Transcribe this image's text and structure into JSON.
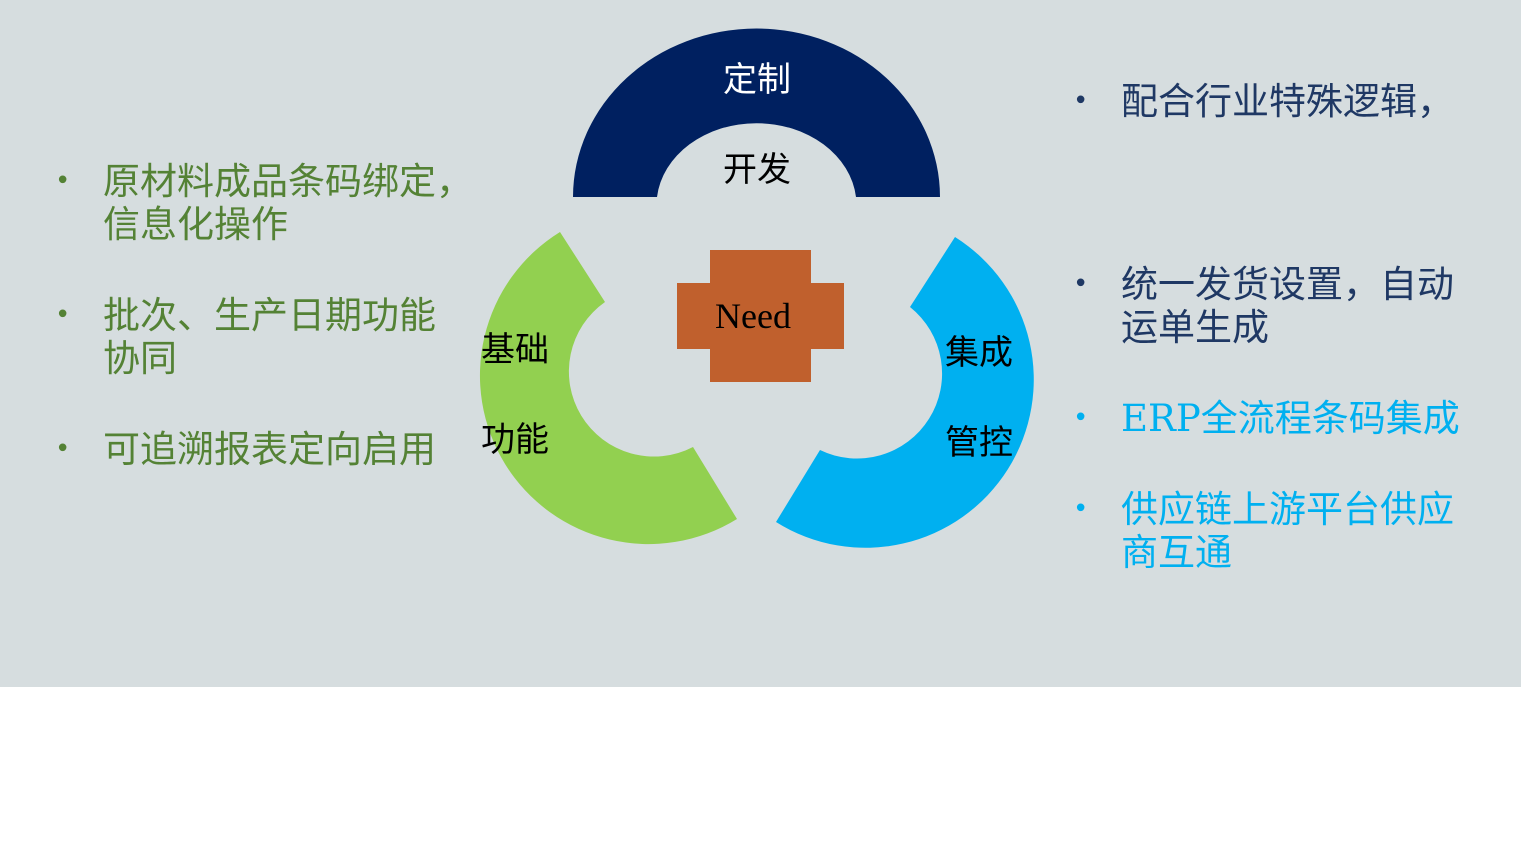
{
  "diagram": {
    "top_segment": {
      "line1": "定制",
      "line2": "开发",
      "color": "#002060"
    },
    "left_segment": {
      "line1": "基础",
      "line2": "功能",
      "color": "#92d050"
    },
    "right_segment": {
      "line1": "集成",
      "line2": "管控",
      "color": "#00b0f0"
    },
    "center": {
      "label": "Need",
      "color": "#c0602d"
    }
  },
  "left_list": {
    "color": "#548235",
    "bullet": "•",
    "items": [
      {
        "line1": "原材料成品条码绑定，",
        "line2": "信息化操作"
      },
      {
        "line1": "批次、生产日期功能",
        "line2": "协同"
      },
      {
        "line1": "可追溯报表定向启用",
        "line2": ""
      }
    ]
  },
  "right_list": {
    "bullet": "•",
    "items": [
      {
        "line1": "配合行业特殊逻辑，",
        "line2": "",
        "color": "#1f3864"
      },
      {
        "line1": "统一发货设置，自动",
        "line2": "运单生成",
        "color": "#1f3864"
      },
      {
        "line1": "ERP全流程条码集成",
        "line2": "",
        "color": "#00b0f0"
      },
      {
        "line1": "供应链上游平台供应",
        "line2": "商互通",
        "color": "#00b0f0"
      }
    ]
  }
}
